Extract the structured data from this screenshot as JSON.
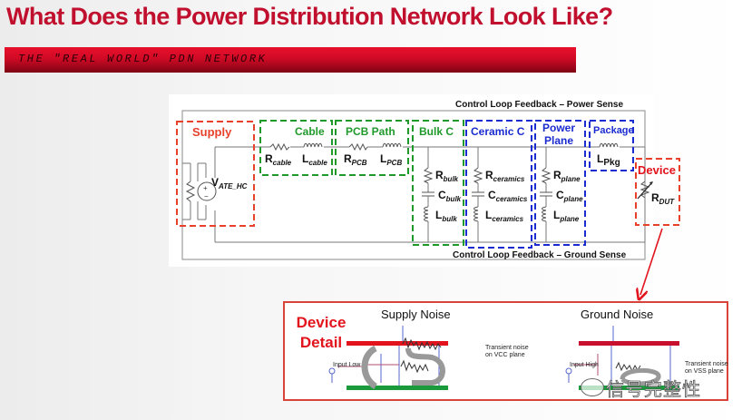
{
  "title": "What Does the Power Distribution Network Look Like?",
  "banner": "THE \"REAL WORLD\" PDN NETWORK",
  "colors": {
    "title": "#c0102e",
    "banner": "#d00a25",
    "supply_box": "#e8402a",
    "green_box": "#1f9a2a",
    "blue_box": "#1a2bd0",
    "device_box": "#e8402a",
    "arrow": "#e3131d",
    "vcc_plane": "#e3131d",
    "vss_plane": "#1b9a3c"
  },
  "schematic": {
    "feedback_power": "Control Loop Feedback – Power Sense",
    "feedback_ground": "Control Loop Feedback – Ground Sense",
    "blocks": {
      "supply": {
        "label": "Supply",
        "source": "V",
        "source_sub": "ATE_HC"
      },
      "cable": {
        "label": "Cable",
        "r": "R",
        "r_sub": "cable",
        "l": "L",
        "l_sub": "cable"
      },
      "pcb": {
        "label": "PCB Path",
        "r": "R",
        "r_sub": "PCB",
        "l": "L",
        "l_sub": "PCB"
      },
      "bulk": {
        "label": "Bulk C",
        "r": "R",
        "r_sub": "bulk",
        "c": "C",
        "c_sub": "bulk",
        "l": "L",
        "l_sub": "bulk"
      },
      "ceramic": {
        "label": "Ceramic C",
        "r": "R",
        "r_sub": "ceramics",
        "c": "C",
        "c_sub": "ceramics",
        "l": "L",
        "l_sub": "ceramics"
      },
      "plane": {
        "label_line1": "Power",
        "label_line2": "Plane",
        "r": "R",
        "r_sub": "plane",
        "c": "C",
        "c_sub": "plane",
        "l": "L",
        "l_sub": "plane"
      },
      "package": {
        "label": "Package",
        "l": "L",
        "l_sub": "Pkg"
      },
      "device": {
        "label": "Device",
        "r": "R",
        "r_sub": "DUT"
      }
    }
  },
  "detail": {
    "title_line1": "Device",
    "title_line2": "Detail",
    "supply_noise": {
      "title": "Supply Noise",
      "input": "Input Low",
      "note_line1": "Transient noise",
      "note_line2": "on VCC plane"
    },
    "ground_noise": {
      "title": "Ground Noise",
      "input": "Input High",
      "note_line1": "Transient noise",
      "note_line2": "on VSS plane"
    }
  },
  "watermark": "信号完整性"
}
